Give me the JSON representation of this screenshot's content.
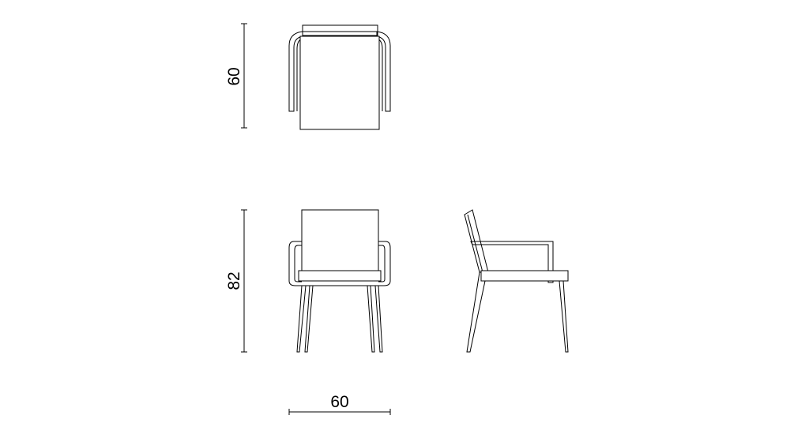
{
  "dimensions": {
    "top_view_depth": "60",
    "front_view_height": "82",
    "front_view_width": "60"
  },
  "colors": {
    "line": "#000000",
    "background": "#ffffff"
  }
}
